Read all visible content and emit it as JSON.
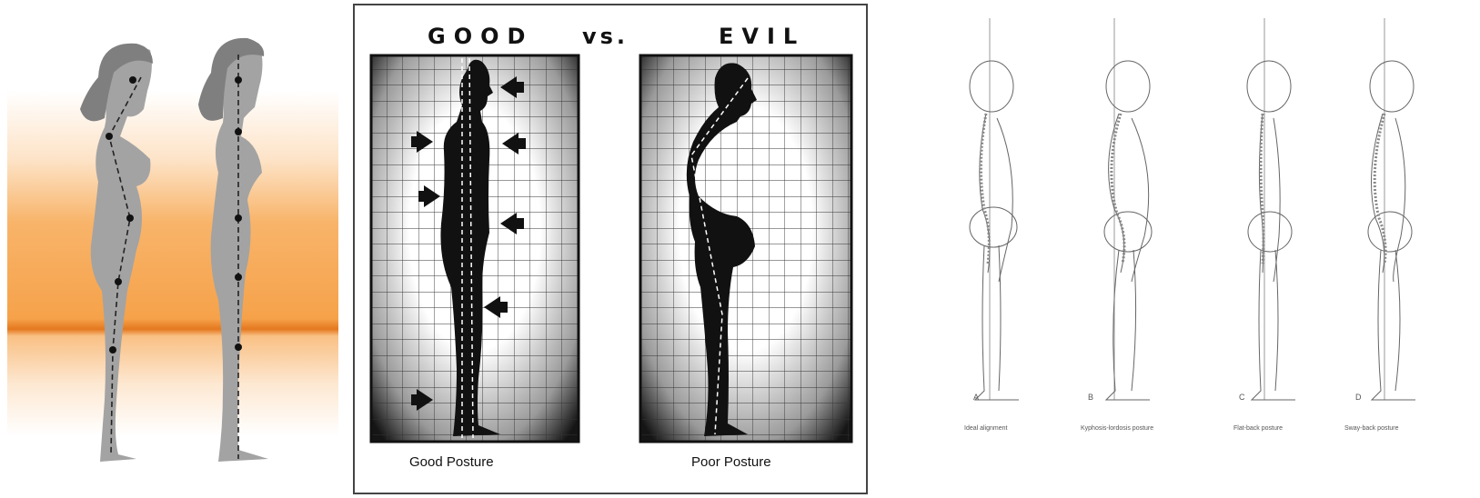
{
  "comparison": {
    "good_title": "GOOD",
    "vs_title": "vs.",
    "evil_title": "EVIL",
    "good_caption": "Good Posture",
    "poor_caption": "Poor Posture"
  },
  "skeleton_panel": {
    "labels": [
      "A",
      "B",
      "C",
      "D"
    ],
    "captions": [
      "Ideal alignment",
      "Kyphosis-lordosis posture",
      "Flat-back posture",
      "Sway-back posture"
    ]
  },
  "colors": {
    "gradient_orange": "#f6a24a",
    "gradient_line": "#e4781f",
    "figure_gray": "#a3a3a3",
    "hair_gray": "#7f7f7f",
    "silhouette": "#111111"
  }
}
